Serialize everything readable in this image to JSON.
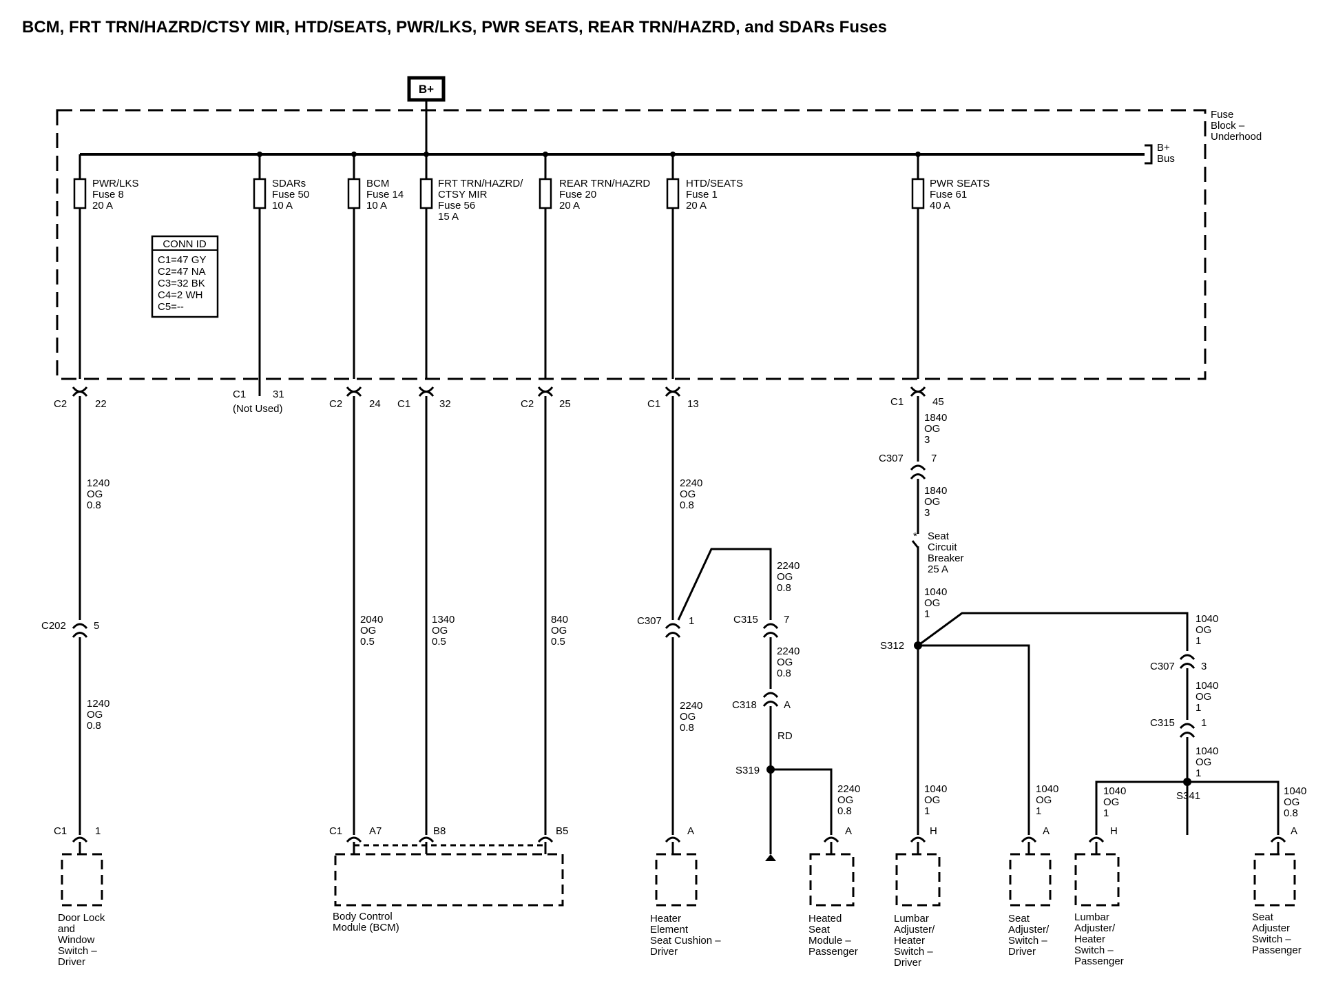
{
  "title": "BCM, FRT TRN/HAZRD/CTSY MIR, HTD/SEATS, PWR/LKS, PWR SEATS, REAR TRN/HAZRD, and SDARs Fuses",
  "source_label": "B+",
  "fuse_block": {
    "name": [
      "Fuse",
      "Block –",
      "Underhood"
    ],
    "bus": [
      "B+",
      "Bus"
    ]
  },
  "conn_id": {
    "header": "CONN ID",
    "rows": [
      "C1=47 GY",
      "C2=47 NA",
      "C3=32 BK",
      "C4=2 WH",
      "C5=--"
    ]
  },
  "fuses": [
    {
      "lines": [
        "PWR/LKS",
        "Fuse 8",
        "20 A"
      ]
    },
    {
      "lines": [
        "SDARs",
        "Fuse 50",
        "10 A"
      ]
    },
    {
      "lines": [
        "BCM",
        "Fuse 14",
        "10 A"
      ]
    },
    {
      "lines": [
        "FRT TRN/HAZRD/",
        "CTSY MIR",
        "Fuse 56",
        "15 A"
      ]
    },
    {
      "lines": [
        "REAR TRN/HAZRD",
        "Fuse 20",
        "20 A"
      ]
    },
    {
      "lines": [
        "HTD/SEATS",
        "Fuse 1",
        "20 A"
      ]
    },
    {
      "lines": [
        "PWR SEATS",
        "Fuse 61",
        "40 A"
      ]
    }
  ],
  "connectors": {
    "pwr_c2": {
      "conn": "C2",
      "pin": "22"
    },
    "sdars_c1": {
      "conn": "C1",
      "pin": "31",
      "note": "(Not Used)"
    },
    "bcm_c2": {
      "conn": "C2",
      "pin": "24"
    },
    "frt_c1": {
      "conn": "C1",
      "pin": "32"
    },
    "rear_c2": {
      "conn": "C2",
      "pin": "25"
    },
    "htd_c1": {
      "conn": "C1",
      "pin": "13"
    },
    "pwrseats_c1": {
      "conn": "C1",
      "pin": "45"
    },
    "c202": {
      "conn": "C202",
      "pin": "5"
    },
    "c307_pwr": {
      "conn": "C307",
      "pin": "7"
    },
    "c307_htd": {
      "conn": "C307",
      "pin": "1"
    },
    "c315_htd": {
      "conn": "C315",
      "pin": "7"
    },
    "c318": {
      "conn": "C318",
      "pin": "A"
    },
    "c307_pass": {
      "conn": "C307",
      "pin": "3"
    },
    "c315_pass": {
      "conn": "C315",
      "pin": "1"
    },
    "door_c1": {
      "conn": "C1",
      "pin": "1"
    },
    "bcm_a7": {
      "conn": "C1",
      "pin": "A7"
    },
    "bcm_b8": {
      "pin": "B8"
    },
    "bcm_b5": {
      "pin": "B5"
    },
    "heater_a": {
      "pin": "A"
    },
    "heatedseat_a": {
      "pin": "A"
    },
    "lumbar_drv_h": {
      "pin": "H"
    },
    "seatadj_drv_a": {
      "pin": "A"
    },
    "lumbar_pass_h": {
      "pin": "H"
    },
    "seatadj_pass_a": {
      "pin": "A"
    }
  },
  "wires": {
    "pwr_top": [
      "1240",
      "OG",
      "0.8"
    ],
    "pwr_bot": [
      "1240",
      "OG",
      "0.8"
    ],
    "bcm": [
      "2040",
      "OG",
      "0.5"
    ],
    "frt": [
      "1340",
      "OG",
      "0.5"
    ],
    "rear": [
      "840",
      "OG",
      "0.5"
    ],
    "htd_top": [
      "2240",
      "OG",
      "0.8"
    ],
    "htd_branch": [
      "2240",
      "OG",
      "0.8"
    ],
    "htd_bot": [
      "2240",
      "OG",
      "0.8"
    ],
    "htd_pass": [
      "2240",
      "OG",
      "0.8"
    ],
    "htd_rd": [
      "RD"
    ],
    "heated_seat_pass": [
      "2240",
      "OG",
      "0.8"
    ],
    "ps_1": [
      "1840",
      "OG",
      "3"
    ],
    "ps_2": [
      "1840",
      "OG",
      "3"
    ],
    "ps_3": [
      "1040",
      "OG",
      "1"
    ],
    "ps_branch": [
      "1040",
      "OG",
      "1"
    ],
    "ps_c307c315": [
      "1040",
      "OG",
      "1"
    ],
    "ps_s341": [
      "1040",
      "OG",
      "1"
    ],
    "lumbar_drv": [
      "1040",
      "OG",
      "1"
    ],
    "seatadj_drv": [
      "1040",
      "OG",
      "1"
    ],
    "lumbar_pass": [
      "1040",
      "OG",
      "1"
    ],
    "seatadj_pass": [
      "1040",
      "OG",
      "0.8"
    ]
  },
  "breaker": [
    "Seat",
    "Circuit",
    "Breaker",
    "25 A"
  ],
  "splices": {
    "s312": "S312",
    "s319": "S319",
    "s341": "S341"
  },
  "components": {
    "door_lock": [
      "Door Lock",
      "and",
      "Window",
      "Switch –",
      "Driver"
    ],
    "bcm": [
      "Body Control",
      "Module (BCM)"
    ],
    "heater_element": [
      "Heater",
      "Element",
      "Seat Cushion –",
      "Driver"
    ],
    "heated_seat_module": [
      "Heated",
      "Seat",
      "Module –",
      "Passenger"
    ],
    "lumbar_driver": [
      "Lumbar",
      "Adjuster/",
      "Heater",
      "Switch –",
      "Driver"
    ],
    "seat_adj_driver": [
      "Seat",
      "Adjuster/",
      "Switch –",
      "Driver"
    ],
    "lumbar_passenger": [
      "Lumbar",
      "Adjuster/",
      "Heater",
      "Switch –",
      "Passenger"
    ],
    "seat_adj_passenger": [
      "Seat",
      "Adjuster",
      "Switch –",
      "Passenger"
    ]
  }
}
